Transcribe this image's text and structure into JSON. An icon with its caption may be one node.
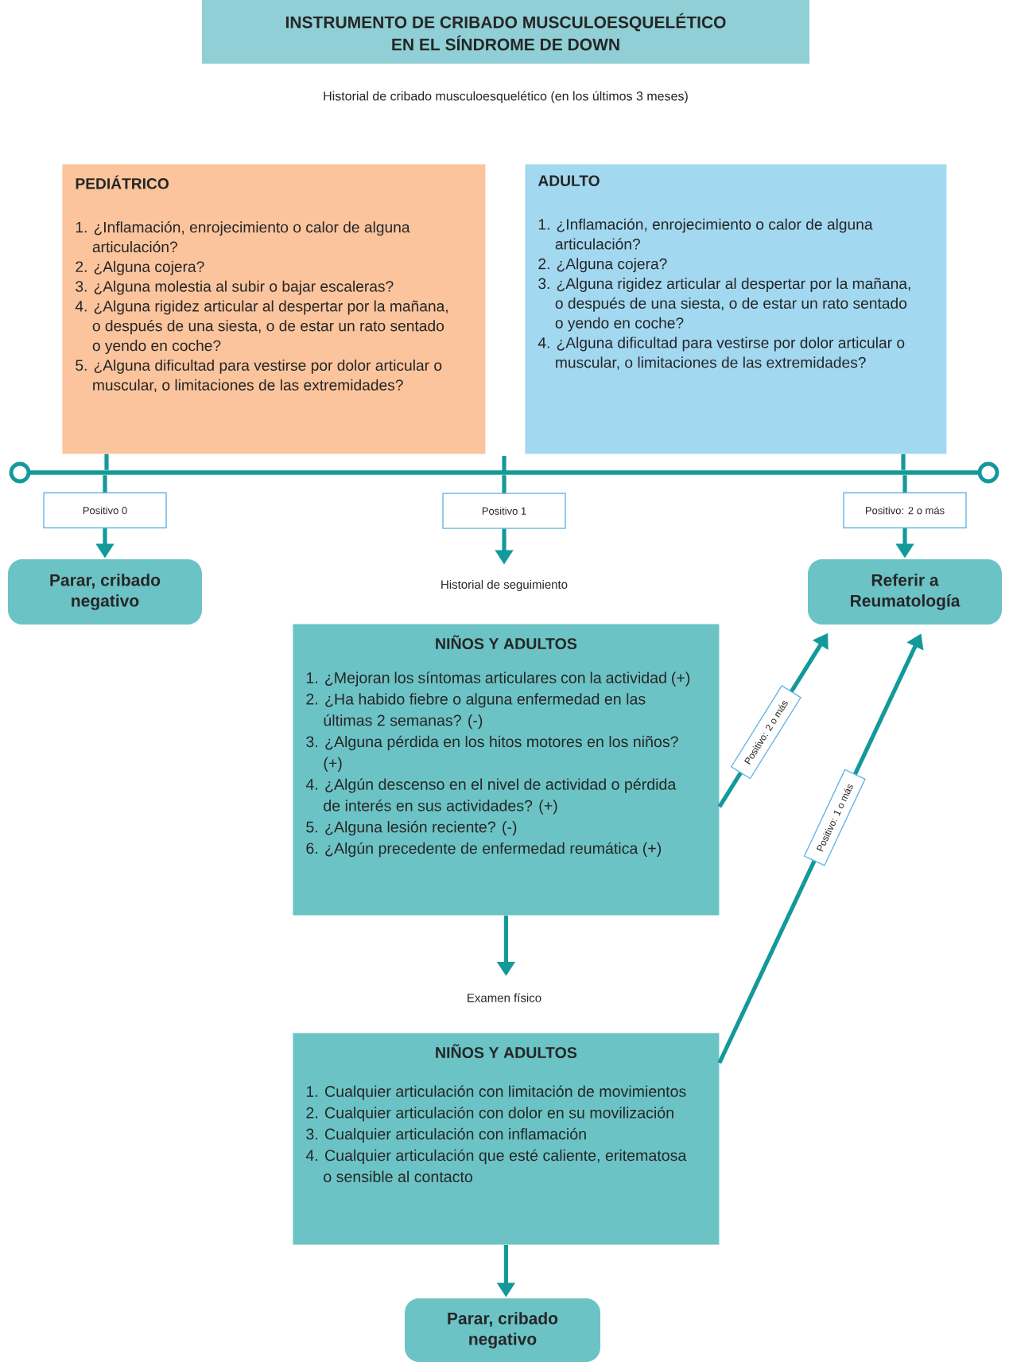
{
  "diagram": {
    "title": "INSTRUMENTO DE CRIBADO MUSCULOESQUELÉTICO EN EL SÍNDROME DE DOWN",
    "nodes": [
      {
        "text": [
          "PEDIÁTRICO",
          "1. ¿Inflamación, enrojecimiento o calor de alguna articulación?",
          "2. ¿Alguna cojera?",
          "3. ¿Alguna molestia al subir o bajar escaleras?",
          "4. ¿Alguna rigidez articular al despertar por la mañana, o después de una siesta, o de estar un rato sentado o yendo en coche?",
          "5. ¿Alguna dificultad para vestirse por dolor articular o muscular, o limitaciones de las extremidades?"
        ]
      },
      {
        "text": [
          "ADULTO",
          "1. ¿Inflamación, enrojecimiento o calor de alguna articulación?",
          "2. ¿Alguna cojera?",
          "3. ¿Alguna rigidez articular al despertar por la mañana, o después de una siesta, o de estar un rato sentado o yendo en coche?",
          "4. ¿Alguna dificultad para vestirse por dolor articular o muscular, o limitaciones de las extremidades?"
        ]
      },
      {
        "text": [],
        "shape": "bar"
      },
      {
        "text": [
          "Parar, cribado negativo"
        ]
      },
      {
        "text": [
          "Historial de seguimiento"
        ]
      },
      {
        "text": [
          "Referir a Reumatología"
        ]
      },
      {
        "text": [
          "NIÑOS Y ADULTOS",
          "1. ¿Mejoran los síntomas articulares con la actividad (+)",
          "2. ¿Ha habido fiebre o alguna enfermedad en las últimas 2 semanas? (-)",
          "3. ¿Alguna pérdida en los hitos motores en los niños? (+)",
          "4. ¿Algún descenso en el nivel de actividad o pérdida de interés en sus actividades? (+)",
          "5. ¿Alguna lesión reciente? (-)",
          "6. ¿Algún precedente de enfermedad reumática (+)"
        ]
      },
      {
        "text": [
          "Examen físico"
        ]
      },
      {
        "text": [
          "NIÑOS Y ADULTOS",
          "1. Cualquier articulación con limitación de movimientos",
          "2. Cualquier articulación con dolor en su movilización",
          "3. Cualquier articulación con inflamación",
          "4. Cualquier articulación que esté caliente, eritematosa o sensible al contacto"
        ]
      },
      {
        "text": [
          "Parar, cribado negativo"
        ]
      }
    ],
    "edges": [
      {
        "from": 0,
        "to": 2,
        "arrow": "none"
      },
      {
        "from": 1,
        "to": 2,
        "arrow": "none"
      },
      {
        "from": 2,
        "to": 3,
        "arrow": "to",
        "label": "Positivo 0"
      },
      {
        "from": 2,
        "to": 4,
        "arrow": "to",
        "label": "Positivo 1"
      },
      {
        "from": 2,
        "to": 5,
        "arrow": "to",
        "label": "Positivo: 2 o más"
      },
      {
        "from": 6,
        "to": 5,
        "arrow": "to",
        "label": "Positivo: 2 o más"
      },
      {
        "from": 6,
        "to": 7,
        "arrow": "to"
      },
      {
        "from": 8,
        "to": 5,
        "arrow": "to",
        "label": "Positivo: 1 o más"
      },
      {
        "from": 8,
        "to": 9,
        "arrow": "to"
      }
    ],
    "labels": [
      "Historial de cribado musculoesquelético (en los últimos 3 meses)"
    ]
  }
}
